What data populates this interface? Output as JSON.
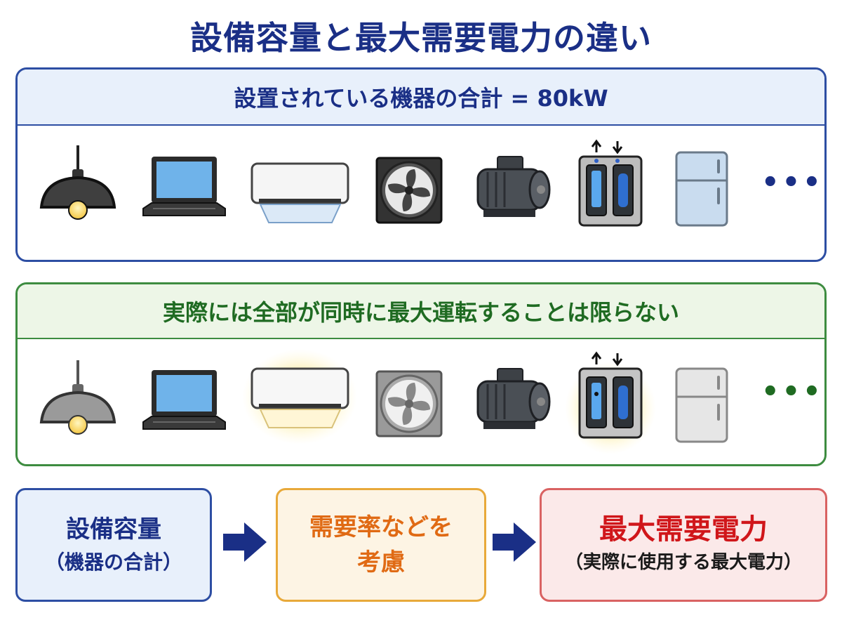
{
  "title": "設備容量と最大需要電力の違い",
  "installed": {
    "header": "設置されている機器の合計 = 80kW",
    "devices": [
      "lamp",
      "laptop",
      "air-conditioner",
      "ventilation-fan",
      "motor",
      "switchboard",
      "refrigerator"
    ],
    "more": "•••"
  },
  "actual": {
    "header": "実際には全部が同時に最大運転することは限らない",
    "highlighted": [
      "air-conditioner",
      "switchboard"
    ],
    "more": "•••"
  },
  "flow": {
    "box1": {
      "line1": "設備容量",
      "line2": "（機器の合計）"
    },
    "box2": {
      "line1": "需要率などを",
      "line2": "考慮"
    },
    "box3": {
      "line1": "最大需要電力",
      "line2": "（実際に使用する最大電力）"
    }
  },
  "colors": {
    "title": "#1a2f86",
    "installed_border": "#2d4ea3",
    "actual_border": "#3d8c40",
    "arrow": "#1a2f86",
    "emphasis": "#d0161a",
    "highlight_glow": "#fde67a"
  }
}
